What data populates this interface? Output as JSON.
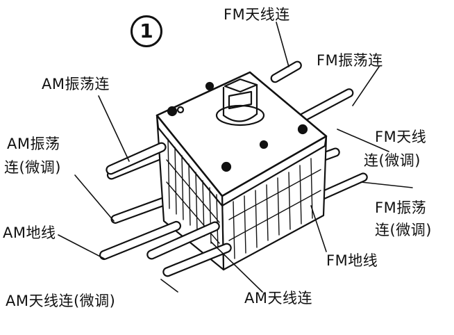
{
  "figure_number": "1",
  "labels": {
    "fm_antenna_top": "FM天线连",
    "fm_osc_top": "FM振荡连",
    "am_osc": "AM振荡连",
    "am_osc_fine_line1": "AM振荡",
    "am_osc_fine_line2": "连(微调)",
    "fm_antenna_fine_line1": "FM天线",
    "fm_antenna_fine_line2": "连(微调)",
    "fm_osc_fine_line1": "FM振荡",
    "fm_osc_fine_line2": "连(微调)",
    "am_ground": "AM地线",
    "fm_ground": "FM地线",
    "am_antenna_fine": "AM天线连(微调)",
    "am_antenna": "AM天线连"
  }
}
